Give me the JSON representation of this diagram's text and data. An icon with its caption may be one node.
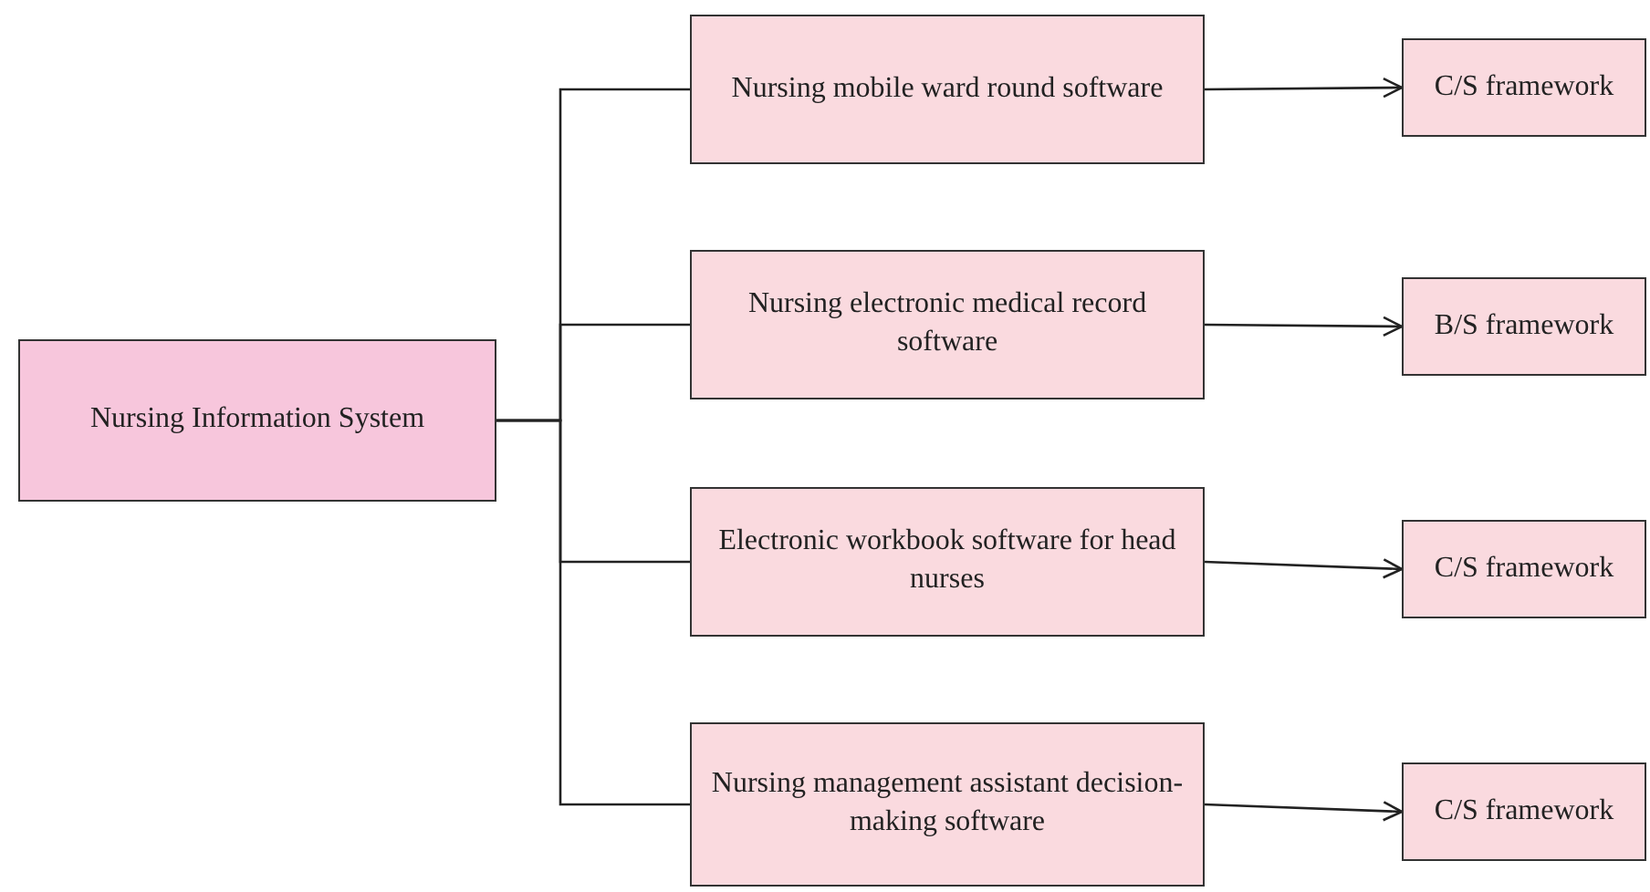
{
  "diagram": {
    "nodes": [
      {
        "text": [
          "Nursing Information System"
        ]
      },
      {
        "text": [
          "Nursing mobile ward round software"
        ]
      },
      {
        "text": [
          "Nursing electronic medical record software"
        ]
      },
      {
        "text": [
          "Electronic workbook software for head nurses"
        ]
      },
      {
        "text": [
          "Nursing management assistant decision-making software"
        ]
      },
      {
        "text": [
          "C/S framework"
        ]
      },
      {
        "text": [
          "B/S framework"
        ]
      },
      {
        "text": [
          "C/S framework"
        ]
      },
      {
        "text": [
          "C/S framework"
        ]
      }
    ],
    "edges": [
      {
        "from": 0,
        "to": 1,
        "arrow": "none"
      },
      {
        "from": 0,
        "to": 2,
        "arrow": "none"
      },
      {
        "from": 0,
        "to": 3,
        "arrow": "none"
      },
      {
        "from": 0,
        "to": 4,
        "arrow": "none"
      },
      {
        "from": 1,
        "to": 5,
        "arrow": "to"
      },
      {
        "from": 2,
        "to": 6,
        "arrow": "to"
      },
      {
        "from": 3,
        "to": 7,
        "arrow": "to"
      },
      {
        "from": 4,
        "to": 8,
        "arrow": "to"
      }
    ]
  }
}
